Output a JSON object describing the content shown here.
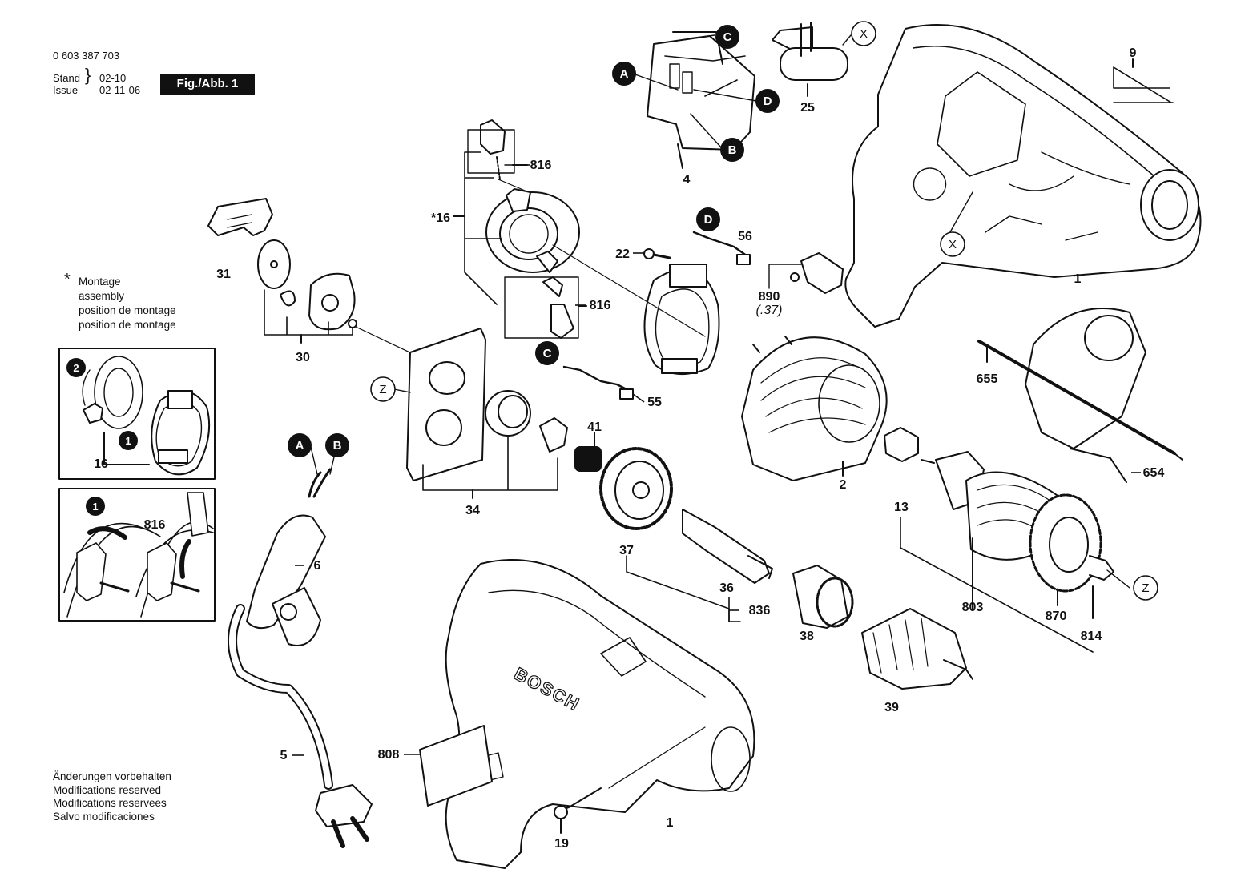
{
  "header": {
    "drawing_number": "0 603 387 703",
    "stand_label": "Stand",
    "issue_label": "Issue",
    "stand_date_struck": "02-10",
    "issue_date": "02-11-06",
    "figure_label": "Fig./Abb. 1"
  },
  "assembly_note": {
    "marker": "*",
    "lines": [
      "Montage",
      "assembly",
      "position de montage",
      "position de montage"
    ]
  },
  "footer_notes": [
    "Änderungen vorbehalten",
    "Modifications reserved",
    "Modifications reservees",
    "Salvo modificaciones"
  ],
  "brand_text": "BOSCH",
  "callout_letters": [
    "A",
    "B",
    "C",
    "D",
    "X",
    "Z",
    "1",
    "2"
  ],
  "part_labels": {
    "p1_top": "1",
    "p1_bottom": "1",
    "p2": "2",
    "p4": "4",
    "p5": "5",
    "p6": "6",
    "p9": "9",
    "p13": "13",
    "p16": "*16",
    "p16_inset": "16",
    "p19": "19",
    "p22": "22",
    "p25": "25",
    "p30": "30",
    "p31": "31",
    "p34": "34",
    "p36": "36",
    "p37": "37",
    "p38": "38",
    "p39": "39",
    "p41": "41",
    "p55": "55",
    "p56": "56",
    "p654": "654",
    "p655": "655",
    "p803": "803",
    "p808": "808",
    "p814": "814",
    "p816_a": "816",
    "p816_b": "816",
    "p816_inset": "816",
    "p836": "836",
    "p870": "870",
    "p890": "890",
    "p890_sub": "(.37)"
  }
}
